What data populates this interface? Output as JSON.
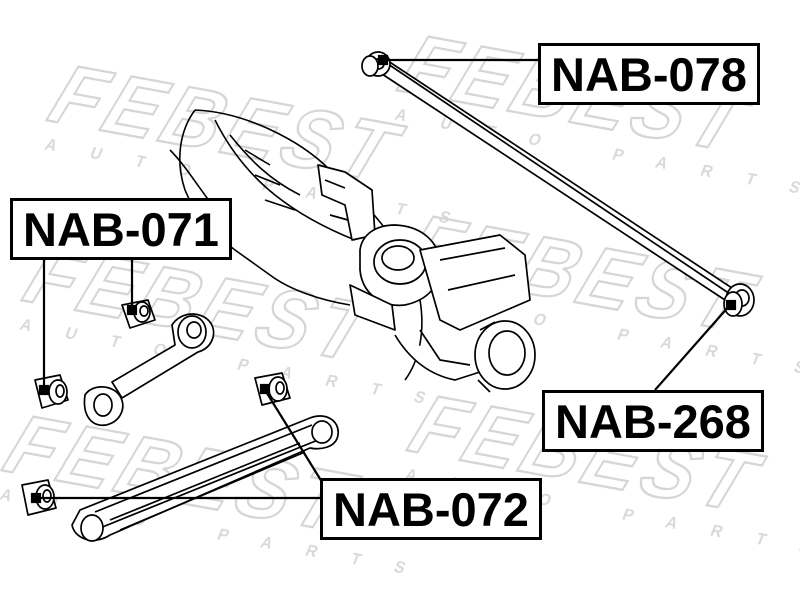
{
  "watermark": {
    "brand": "FEBEST",
    "sub": "AUTO PARTS"
  },
  "labels": {
    "nab_078": "NAB-078",
    "nab_071": "NAB-071",
    "nab_268": "NAB-268",
    "nab_072": "NAB-072"
  },
  "colors": {
    "line": "#000000",
    "watermark": "#d6d6d6",
    "background": "#ffffff"
  }
}
